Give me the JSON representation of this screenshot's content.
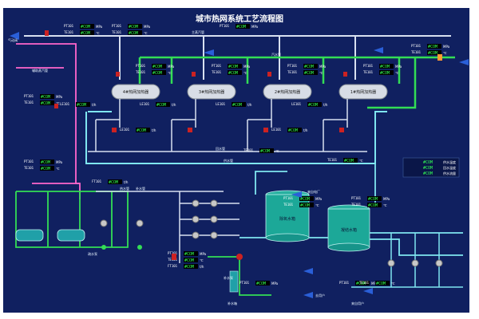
{
  "title": "城市热网系统工艺流程图",
  "pipes": {
    "main_steam": "主蒸汽管",
    "steam_aux": "汽水管",
    "hot_water": "热水管",
    "supply_return": "供水管",
    "condensate": "回水管",
    "aux_steam": "辅助蒸汽管",
    "makeup_water": "补水管",
    "extraction": "气动阀",
    "from_plant": "来自电厂"
  },
  "heaters": [
    "4#热网加热器",
    "3#热网加热器",
    "2#热网加热器",
    "1#热网加热器"
  ],
  "tanks": {
    "left": "除氧水箱",
    "right": "凝结水箱"
  },
  "readings": {
    "value": "#COM",
    "unit_mpa": "MPa",
    "unit_c": "℃",
    "unit_th": "t/h"
  },
  "tags": {
    "pt": "PT101",
    "tt": "TE101",
    "lt": "LE101",
    "ft": "FT101"
  },
  "side_panel": {
    "rows": [
      "供水温度",
      "回水温度",
      "供水流量"
    ]
  },
  "bottom_labels": {
    "to_user": "去用户",
    "from_user": "来自用户",
    "water_pump": "补水泵",
    "makeup_tank": "补水箱",
    "drain": "疏水泵"
  }
}
